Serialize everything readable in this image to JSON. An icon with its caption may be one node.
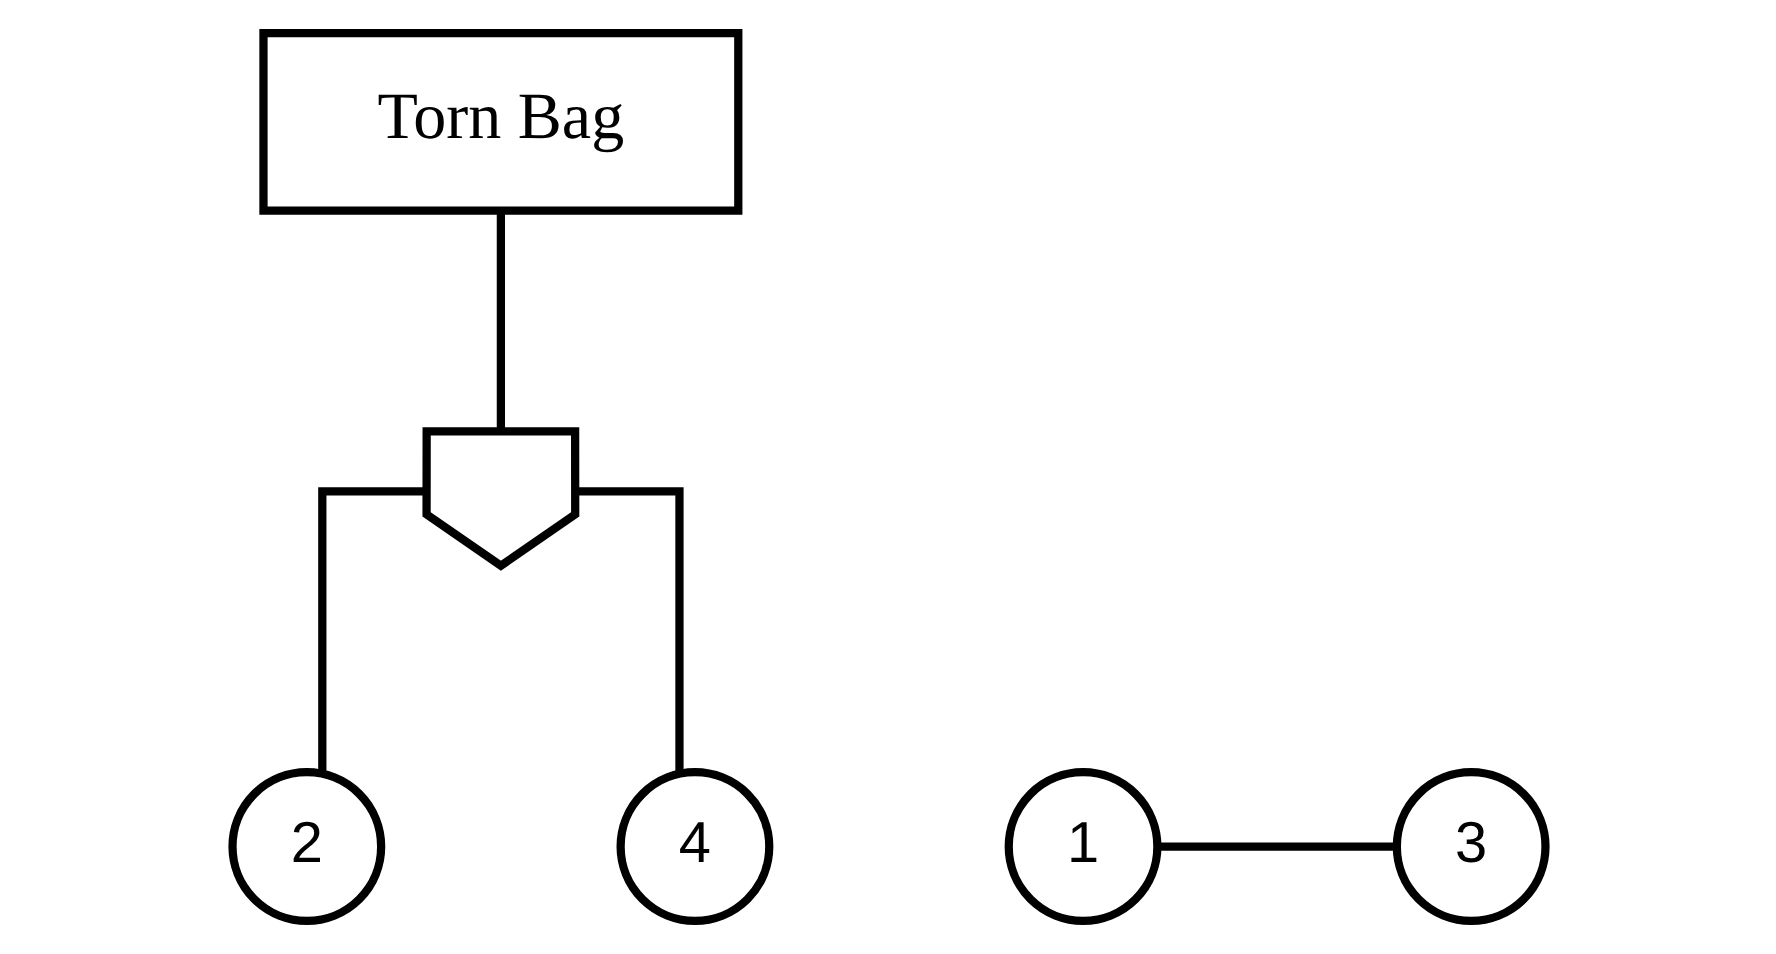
{
  "diagram": {
    "nodes": [
      {
        "text": [
          "Torn Bag"
        ]
      },
      {
        "text": [],
        "shape": "gate"
      },
      {
        "text": [
          "1"
        ]
      },
      {
        "text": [
          "2"
        ]
      },
      {
        "text": [
          "3"
        ]
      },
      {
        "text": [
          "4"
        ]
      }
    ],
    "edges": [
      {
        "from": 0,
        "to": 1,
        "arrow": "none"
      },
      {
        "from": 1,
        "to": 3,
        "arrow": "none"
      },
      {
        "from": 1,
        "to": 5,
        "arrow": "none"
      },
      {
        "from": 2,
        "to": 4,
        "arrow": "none"
      }
    ]
  }
}
